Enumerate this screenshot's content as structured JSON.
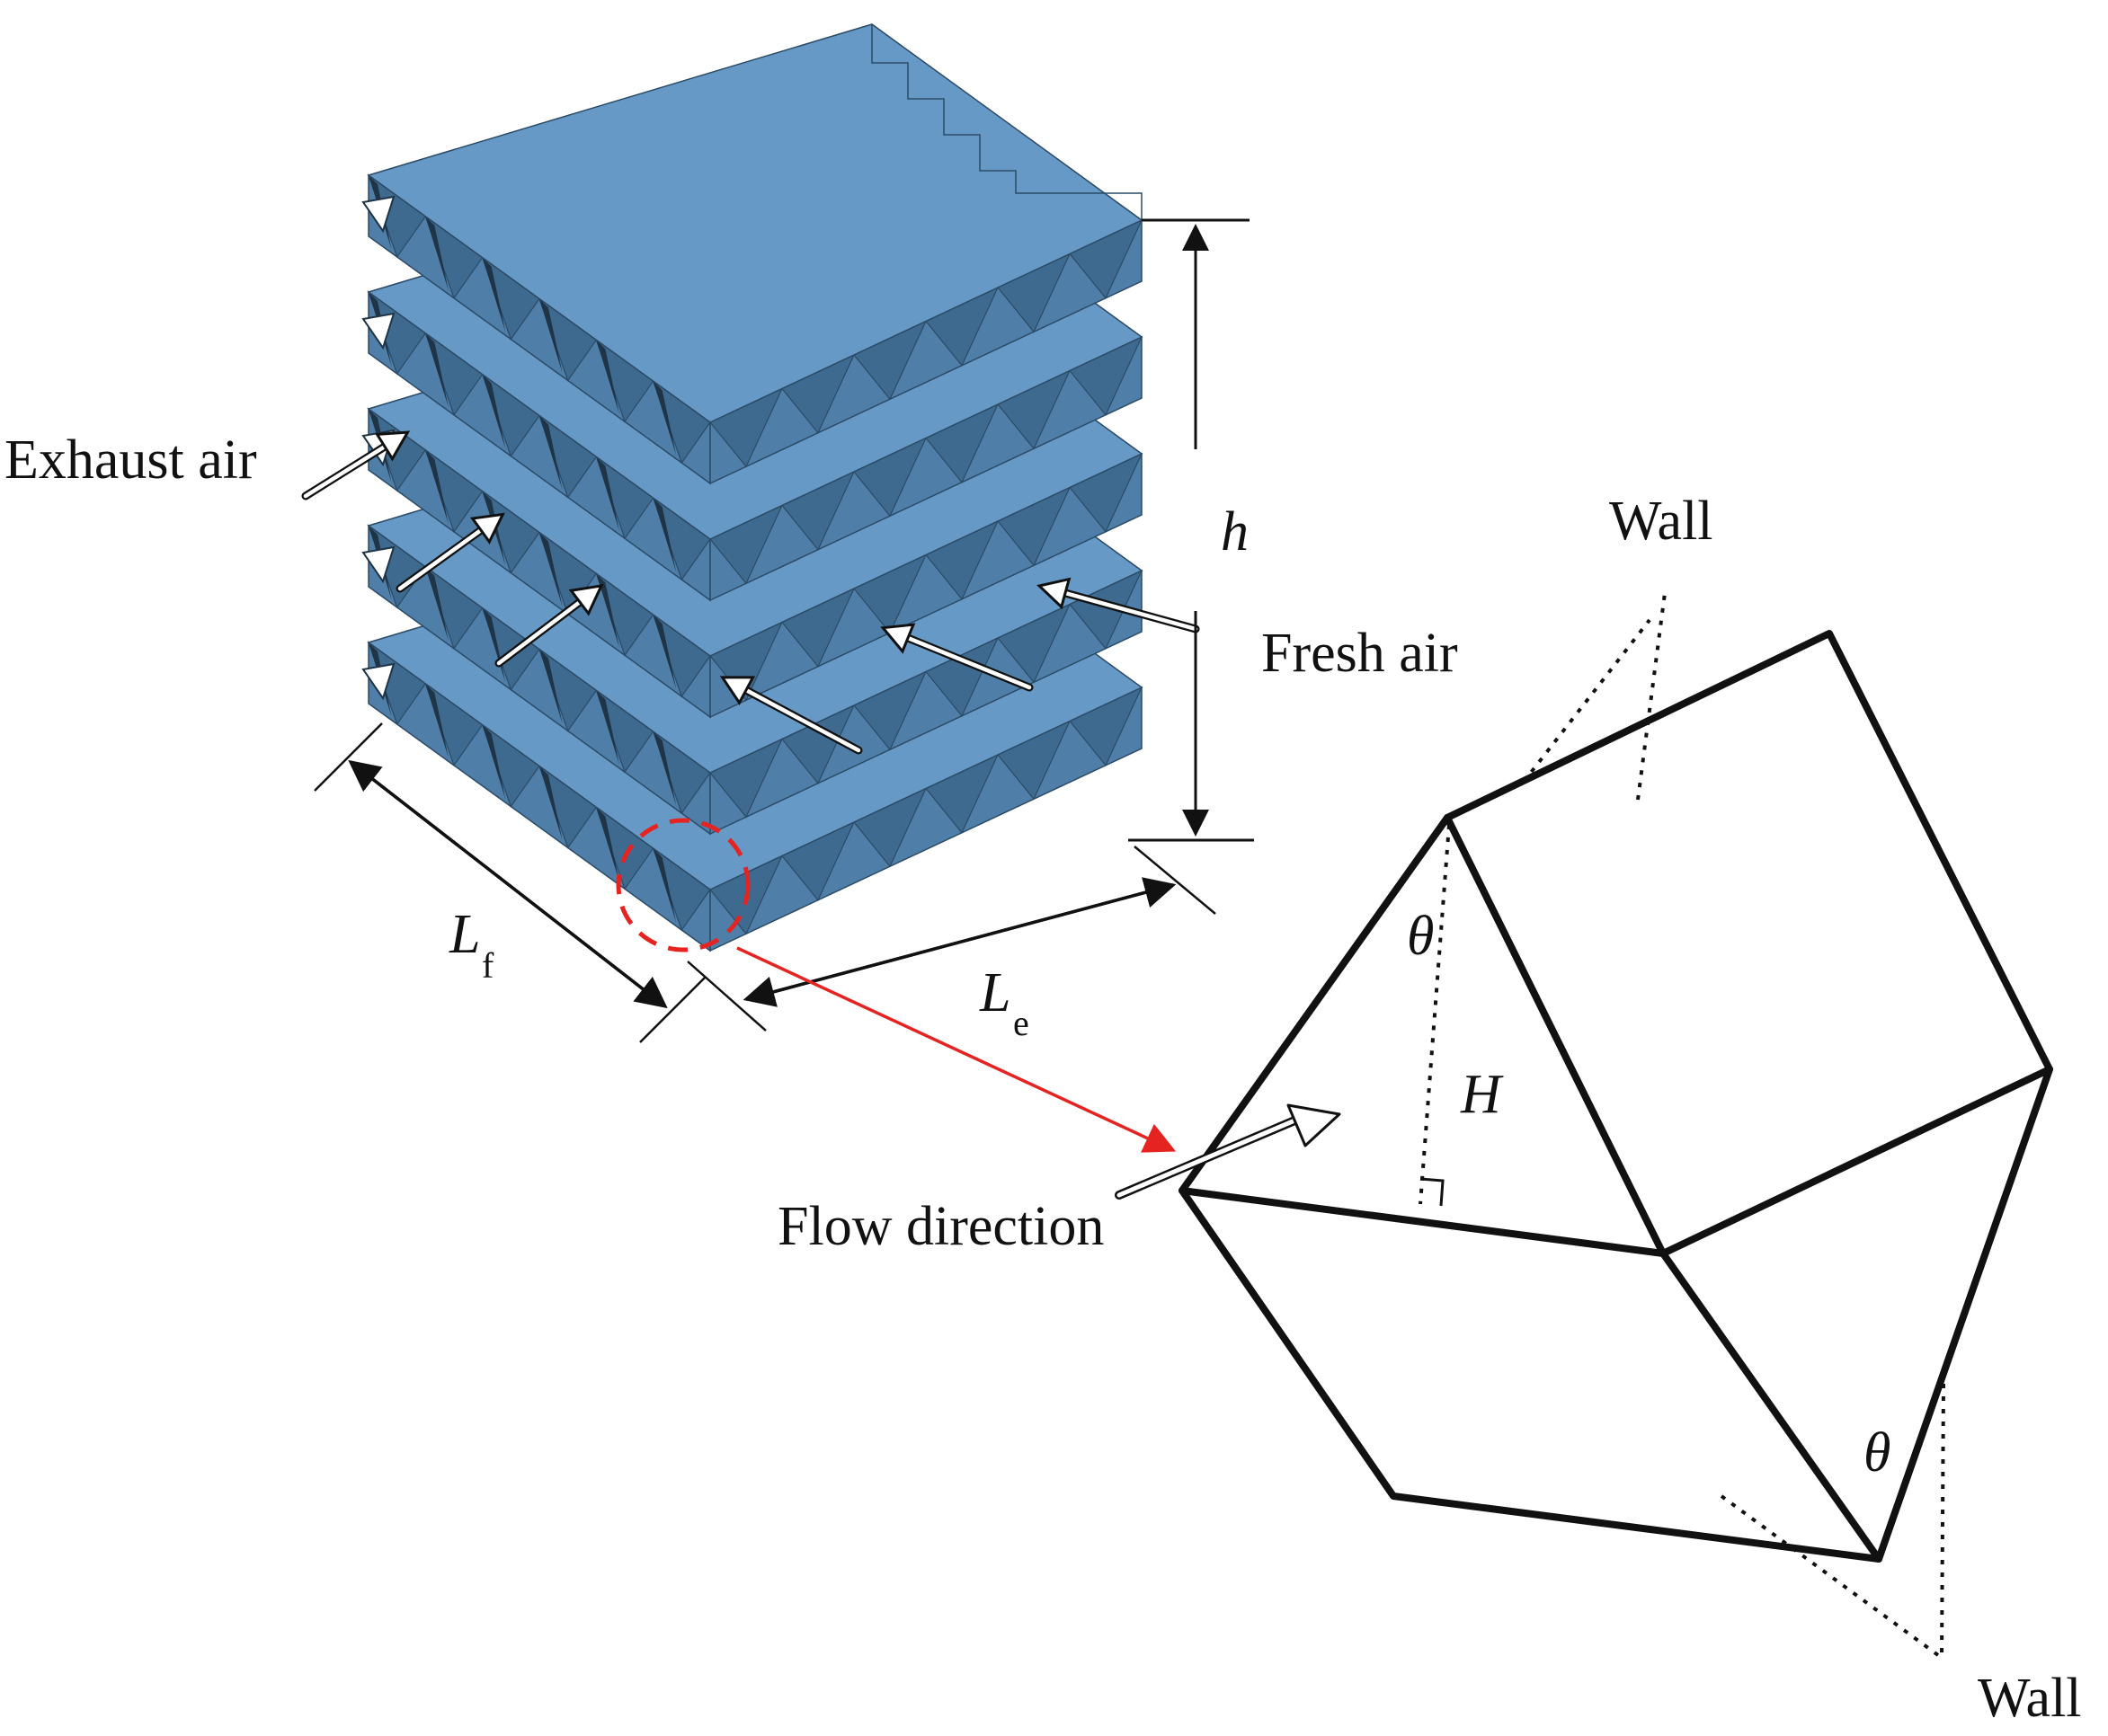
{
  "labels": {
    "exhaust_air": "Exhaust air",
    "fresh_air": "Fresh air",
    "h": "h",
    "L_main": "L",
    "f_sub": "f",
    "e_sub": "e",
    "wall_top": "Wall",
    "wall_bottom": "Wall",
    "theta_top": "θ",
    "theta_bottom": "θ",
    "H": "H",
    "flow_direction": "Flow direction"
  },
  "colors": {
    "plate_top": "#6699c6",
    "plate_side": "#4f7fa8",
    "tooth_face": "#3e6a8f",
    "tooth_dark": "#1f3446",
    "edge": "#2b4a66",
    "line": "#111111",
    "zoom_red": "#e52421"
  },
  "stack": {
    "layer_count": 5,
    "teeth_per_front_edge": 6,
    "teeth_per_right_edge": 6
  }
}
